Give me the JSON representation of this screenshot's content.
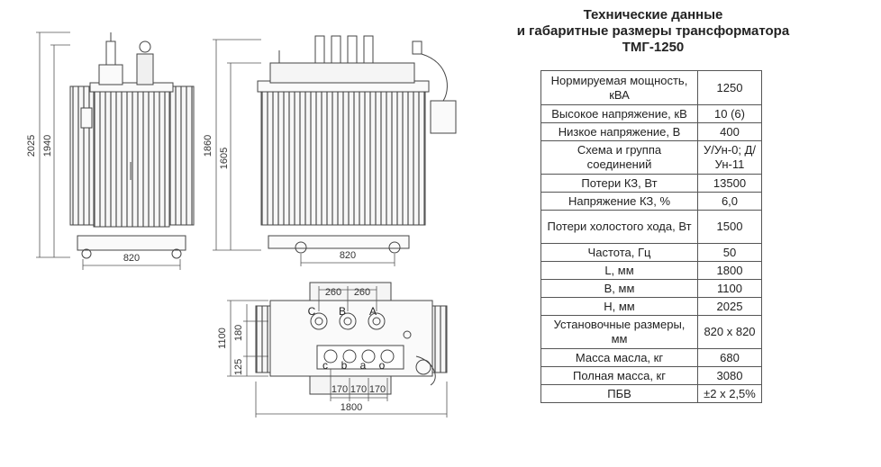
{
  "title": {
    "line1": "Технические данные",
    "line2": "и габаритные размеры трансформатора",
    "line3": "ТМГ-1250"
  },
  "specs": [
    {
      "param": "Нормируемая мощность, кВА",
      "value": "1250"
    },
    {
      "param": "Высокое напряжение, кВ",
      "value": "10 (6)"
    },
    {
      "param": "Низкое напряжение, В",
      "value": "400"
    },
    {
      "param": "Схема и группа соединений",
      "value": "У/Ун-0; Д/Ун-11"
    },
    {
      "param": "Потери КЗ, Вт",
      "value": "13500"
    },
    {
      "param": "Напряжение КЗ, %",
      "value": "6,0"
    },
    {
      "param": "Потери холостого хода, Вт",
      "value": "1500"
    },
    {
      "param": "Частота, Гц",
      "value": "50"
    },
    {
      "param": "L, мм",
      "value": "1800"
    },
    {
      "param": "B, мм",
      "value": "1100"
    },
    {
      "param": "H, мм",
      "value": "2025"
    },
    {
      "param": "Установочные размеры, мм",
      "value": "820 x 820"
    },
    {
      "param": "Масса масла, кг",
      "value": "680"
    },
    {
      "param": "Полная масса, кг",
      "value": "3080"
    },
    {
      "param": "ПБВ",
      "value": "±2 x 2,5%"
    }
  ],
  "dimensions": {
    "side_height_total": "2025",
    "side_height_body": "1940",
    "side_base": "820",
    "front_height_total": "1860",
    "front_height_body": "1605",
    "front_base": "820",
    "top_spacing_a": "260",
    "top_spacing_b": "260",
    "top_width": "1100",
    "top_offset_a": "180",
    "top_offset_b": "125",
    "lv_spacing_a": "170",
    "lv_spacing_b": "170",
    "lv_spacing_c": "170",
    "top_length": "1800"
  },
  "terminals": {
    "hv": [
      "C",
      "B",
      "A"
    ],
    "lv": [
      "c",
      "b",
      "a",
      "o"
    ]
  }
}
